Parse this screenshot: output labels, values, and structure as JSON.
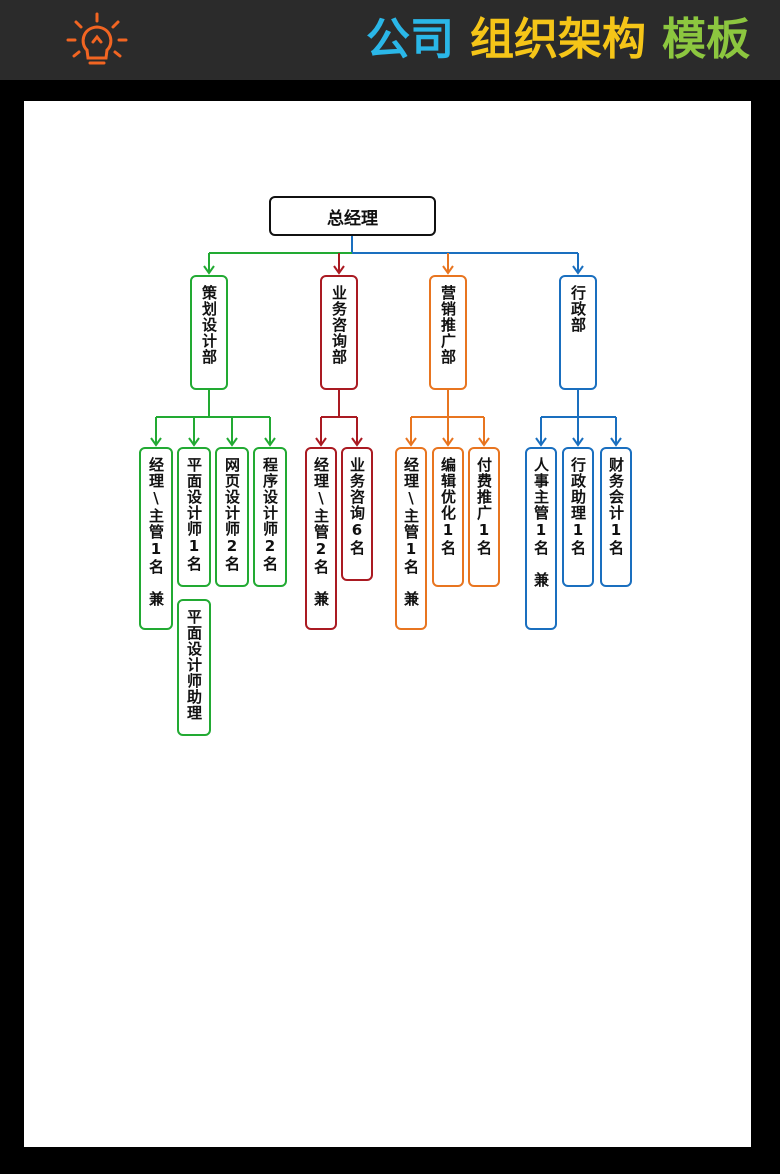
{
  "header": {
    "title_parts": [
      {
        "text": "公司",
        "color": "#2ab7e8"
      },
      {
        "text": "组织架构",
        "color": "#f5c518"
      },
      {
        "text": "模板",
        "color": "#8cc63f"
      }
    ],
    "logo_icon": "lightbulb-icon",
    "logo_color": "#f26522"
  },
  "org": {
    "root": {
      "label": "总经理",
      "color": "#111111"
    },
    "departments": [
      {
        "label": "策划设计部",
        "color": "#22aa33",
        "children": [
          "经理\\主管1名　兼",
          "平面设计师1名",
          "网页设计师2名",
          "程序设计师2名"
        ],
        "extra": "平面设计师助理"
      },
      {
        "label": "业务咨询部",
        "color": "#aa1a22",
        "children": [
          "经理\\主管2名　兼",
          "业务咨询6名"
        ]
      },
      {
        "label": "营销推广部",
        "color": "#e87520",
        "children": [
          "经理\\主管1名　兼",
          "编辑优化1名",
          "付费推广1名"
        ]
      },
      {
        "label": "行政部",
        "color": "#1a6fbf",
        "children": [
          "人事主管1名　兼",
          "行政助理1名",
          "财务会计1名"
        ]
      }
    ]
  }
}
